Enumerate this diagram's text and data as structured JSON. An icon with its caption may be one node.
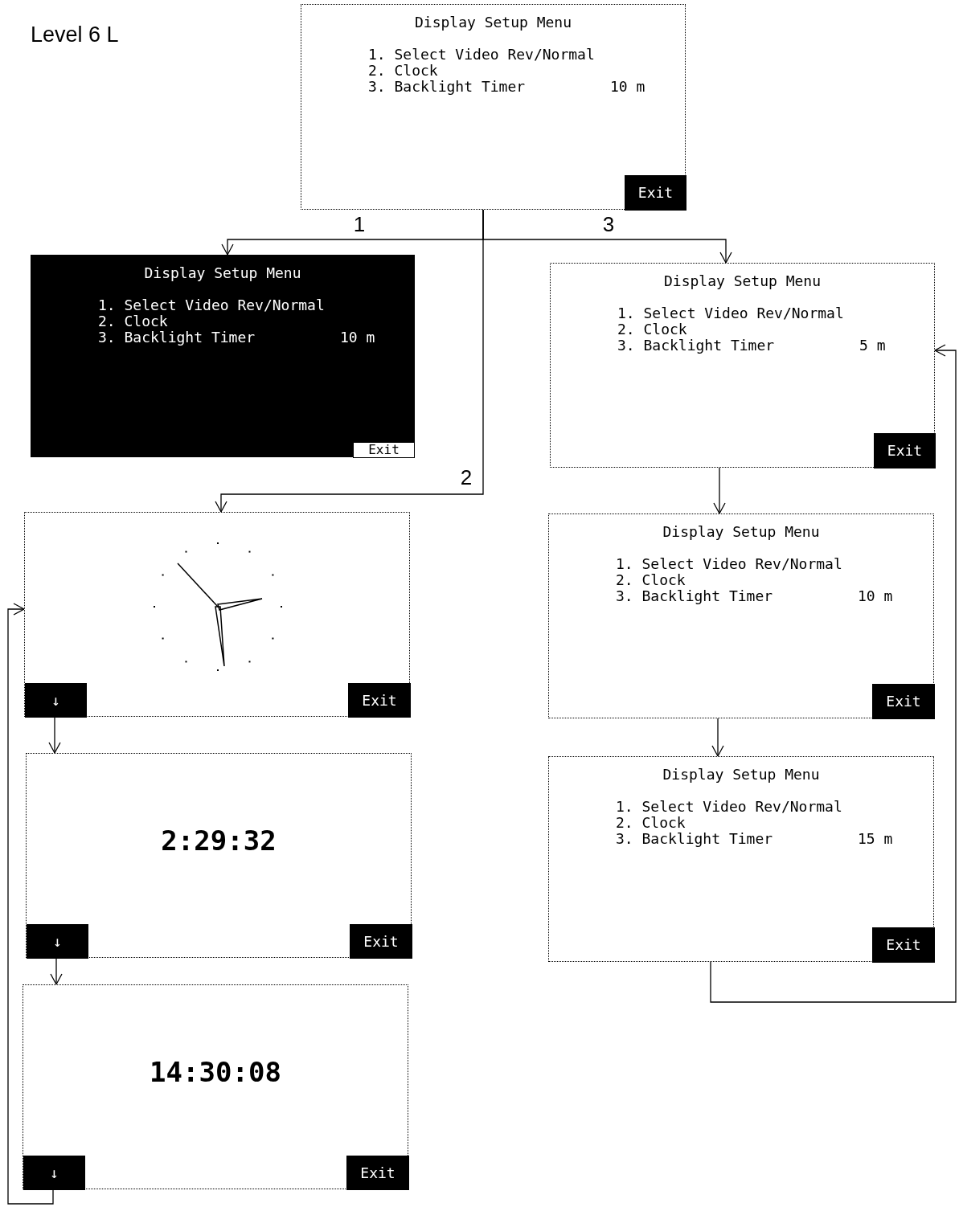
{
  "diagram": {
    "nodes": [
      {
        "text": [
          "Display Setup Menu",
          "1. Select Video Rev/Normal",
          "2. Clock",
          "3. Backlight Timer",
          "10 m"
        ]
      },
      {
        "text": [
          "Exit"
        ],
        "in": 0
      },
      {
        "text": [
          "Display Setup Menu",
          "1. Select Video Rev/Normal",
          "2. Clock",
          "3. Backlight Timer",
          "10 m"
        ]
      },
      {
        "text": [
          "Exit"
        ],
        "in": 2
      },
      {
        "text": [
          "Display Setup Menu",
          "1. Select Video Rev/Normal",
          "2. Clock",
          "3. Backlight Timer",
          "5 m"
        ]
      },
      {
        "text": [
          "Exit"
        ],
        "in": 4
      },
      {
        "text": [],
        "shape": "box"
      },
      {
        "text": [
          "↓"
        ],
        "in": 6
      },
      {
        "text": [
          "Exit"
        ],
        "in": 6
      },
      {
        "text": [
          "Display Setup Menu",
          "1. Select Video Rev/Normal",
          "2. Clock",
          "3. Backlight Timer",
          "10 m"
        ]
      },
      {
        "text": [
          "Exit"
        ],
        "in": 9
      },
      {
        "text": [
          "2:29:32"
        ]
      },
      {
        "text": [
          "↓"
        ],
        "in": 11
      },
      {
        "text": [
          "Exit"
        ],
        "in": 11
      },
      {
        "text": [
          "Display Setup Menu",
          "1. Select Video Rev/Normal",
          "2. Clock",
          "3. Backlight Timer",
          "15 m"
        ]
      },
      {
        "text": [
          "Exit"
        ],
        "in": 14
      },
      {
        "text": [
          "14:30:08"
        ]
      },
      {
        "text": [
          "↓"
        ],
        "in": 16
      },
      {
        "text": [
          "Exit"
        ],
        "in": 16
      }
    ],
    "edges": [
      {
        "from": 0,
        "to": 2,
        "arrow": "to",
        "label": "1"
      },
      {
        "from": 0,
        "to": 4,
        "arrow": "to",
        "label": "3"
      },
      {
        "from": 0,
        "to": 6,
        "arrow": "to",
        "label": "2"
      },
      {
        "from": 4,
        "to": 9,
        "arrow": "to"
      },
      {
        "from": 9,
        "to": 14,
        "arrow": "to"
      },
      {
        "from": 14,
        "to": 4,
        "arrow": "to"
      },
      {
        "from": 7,
        "to": 11,
        "arrow": "to"
      },
      {
        "from": 12,
        "to": 16,
        "arrow": "to"
      },
      {
        "from": 17,
        "to": 6,
        "arrow": "to"
      }
    ],
    "labels": [
      "Level 6 L"
    ]
  }
}
